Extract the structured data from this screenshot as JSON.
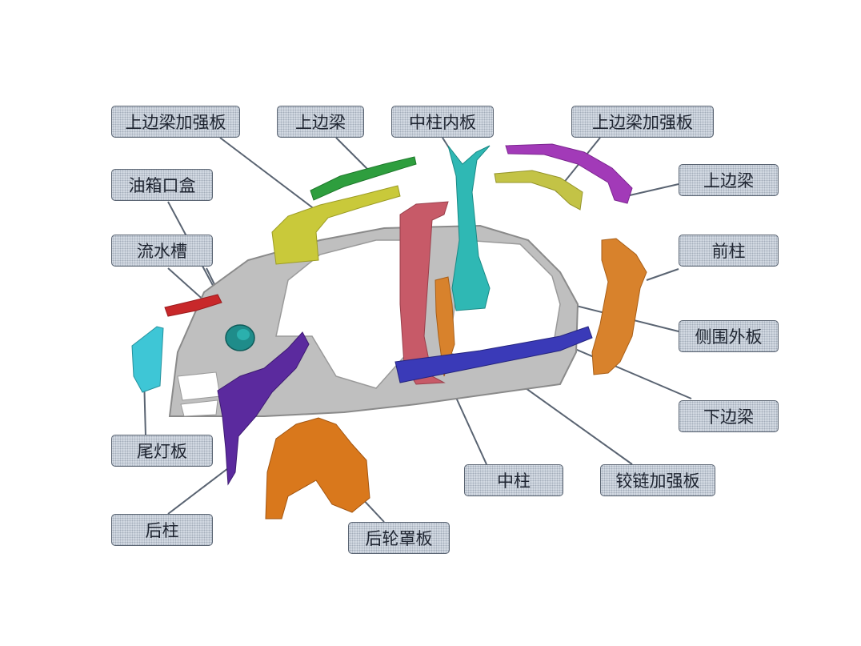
{
  "labels": {
    "upper_rail_reinforcement_rear": "上边梁加强板",
    "upper_rail_rear": "上边梁",
    "b_pillar_inner": "中柱内板",
    "upper_rail_reinforcement_front": "上边梁加强板",
    "upper_rail_front": "上边梁",
    "fuel_filler_box": "油箱口盒",
    "drain_channel": "流水槽",
    "a_pillar": "前柱",
    "body_side_outer": "侧围外板",
    "rocker": "下边梁",
    "tail_lamp_panel": "尾灯板",
    "b_pillar": "中柱",
    "hinge_reinforcement": "铰链加强板",
    "c_pillar": "后柱",
    "rear_wheelhouse": "后轮罩板"
  },
  "colors": {
    "callout_fill": "#d4dbe4",
    "callout_border": "#5a6472",
    "leader_line": "#5a6472",
    "body_side_outer": "#b8b8b8",
    "upper_rail": "#2e9e3e",
    "upper_rail_reinforcement_rear": "#c9c93a",
    "b_pillar_inner": "#2fb8b4",
    "upper_rail_front": "#a23ab8",
    "upper_rail_reinforcement_front": "#c3c346",
    "a_pillar": "#d8822c",
    "rocker": "#3a3ab8",
    "b_pillar": "#c75a68",
    "hinge_reinforcement": "#d8822c",
    "drain_channel": "#c8282a",
    "fuel_filler_box": "#1f8c8a",
    "tail_lamp_panel": "#3ec6d6",
    "c_pillar": "#5b2a9e",
    "rear_wheelhouse": "#d9781c"
  }
}
